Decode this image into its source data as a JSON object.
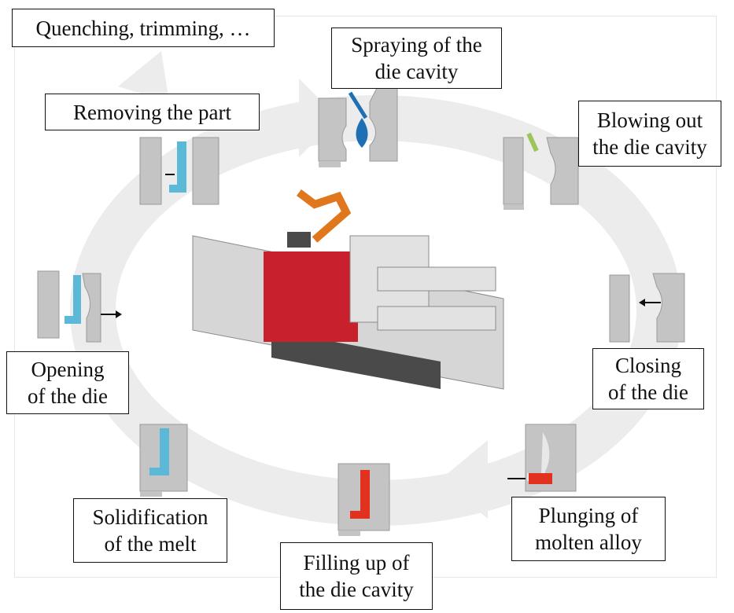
{
  "diagram": {
    "steps": [
      {
        "id": "spraying",
        "label": "Spraying of the\ndie cavity"
      },
      {
        "id": "blowing",
        "label": "Blowing out\nthe die cavity"
      },
      {
        "id": "closing",
        "label": "Closing\nof the die"
      },
      {
        "id": "plunging",
        "label": "Plunging of\nmolten alloy"
      },
      {
        "id": "filling",
        "label": "Filling up of\nthe die cavity"
      },
      {
        "id": "solidification",
        "label": "Solidification\nof the melt"
      },
      {
        "id": "opening",
        "label": "Opening\nof the die"
      },
      {
        "id": "removing",
        "label": "Removing the part"
      },
      {
        "id": "quenching",
        "label": "Quenching, trimming, …"
      }
    ],
    "colors": {
      "cycle_arrow": "#ececec",
      "die_grey": "#c4c4c4",
      "die_edge": "#9a9a9a",
      "casting_blue": "#5bb8d6",
      "molten_red": "#e0321e",
      "spray_blue": "#1f6fb5",
      "nozzle_green": "#9cc65a",
      "robot_orange": "#e0771c",
      "machine_red": "#c8202c",
      "machine_grey": "#d6d6d6",
      "machine_dark": "#4a4a4a"
    }
  }
}
